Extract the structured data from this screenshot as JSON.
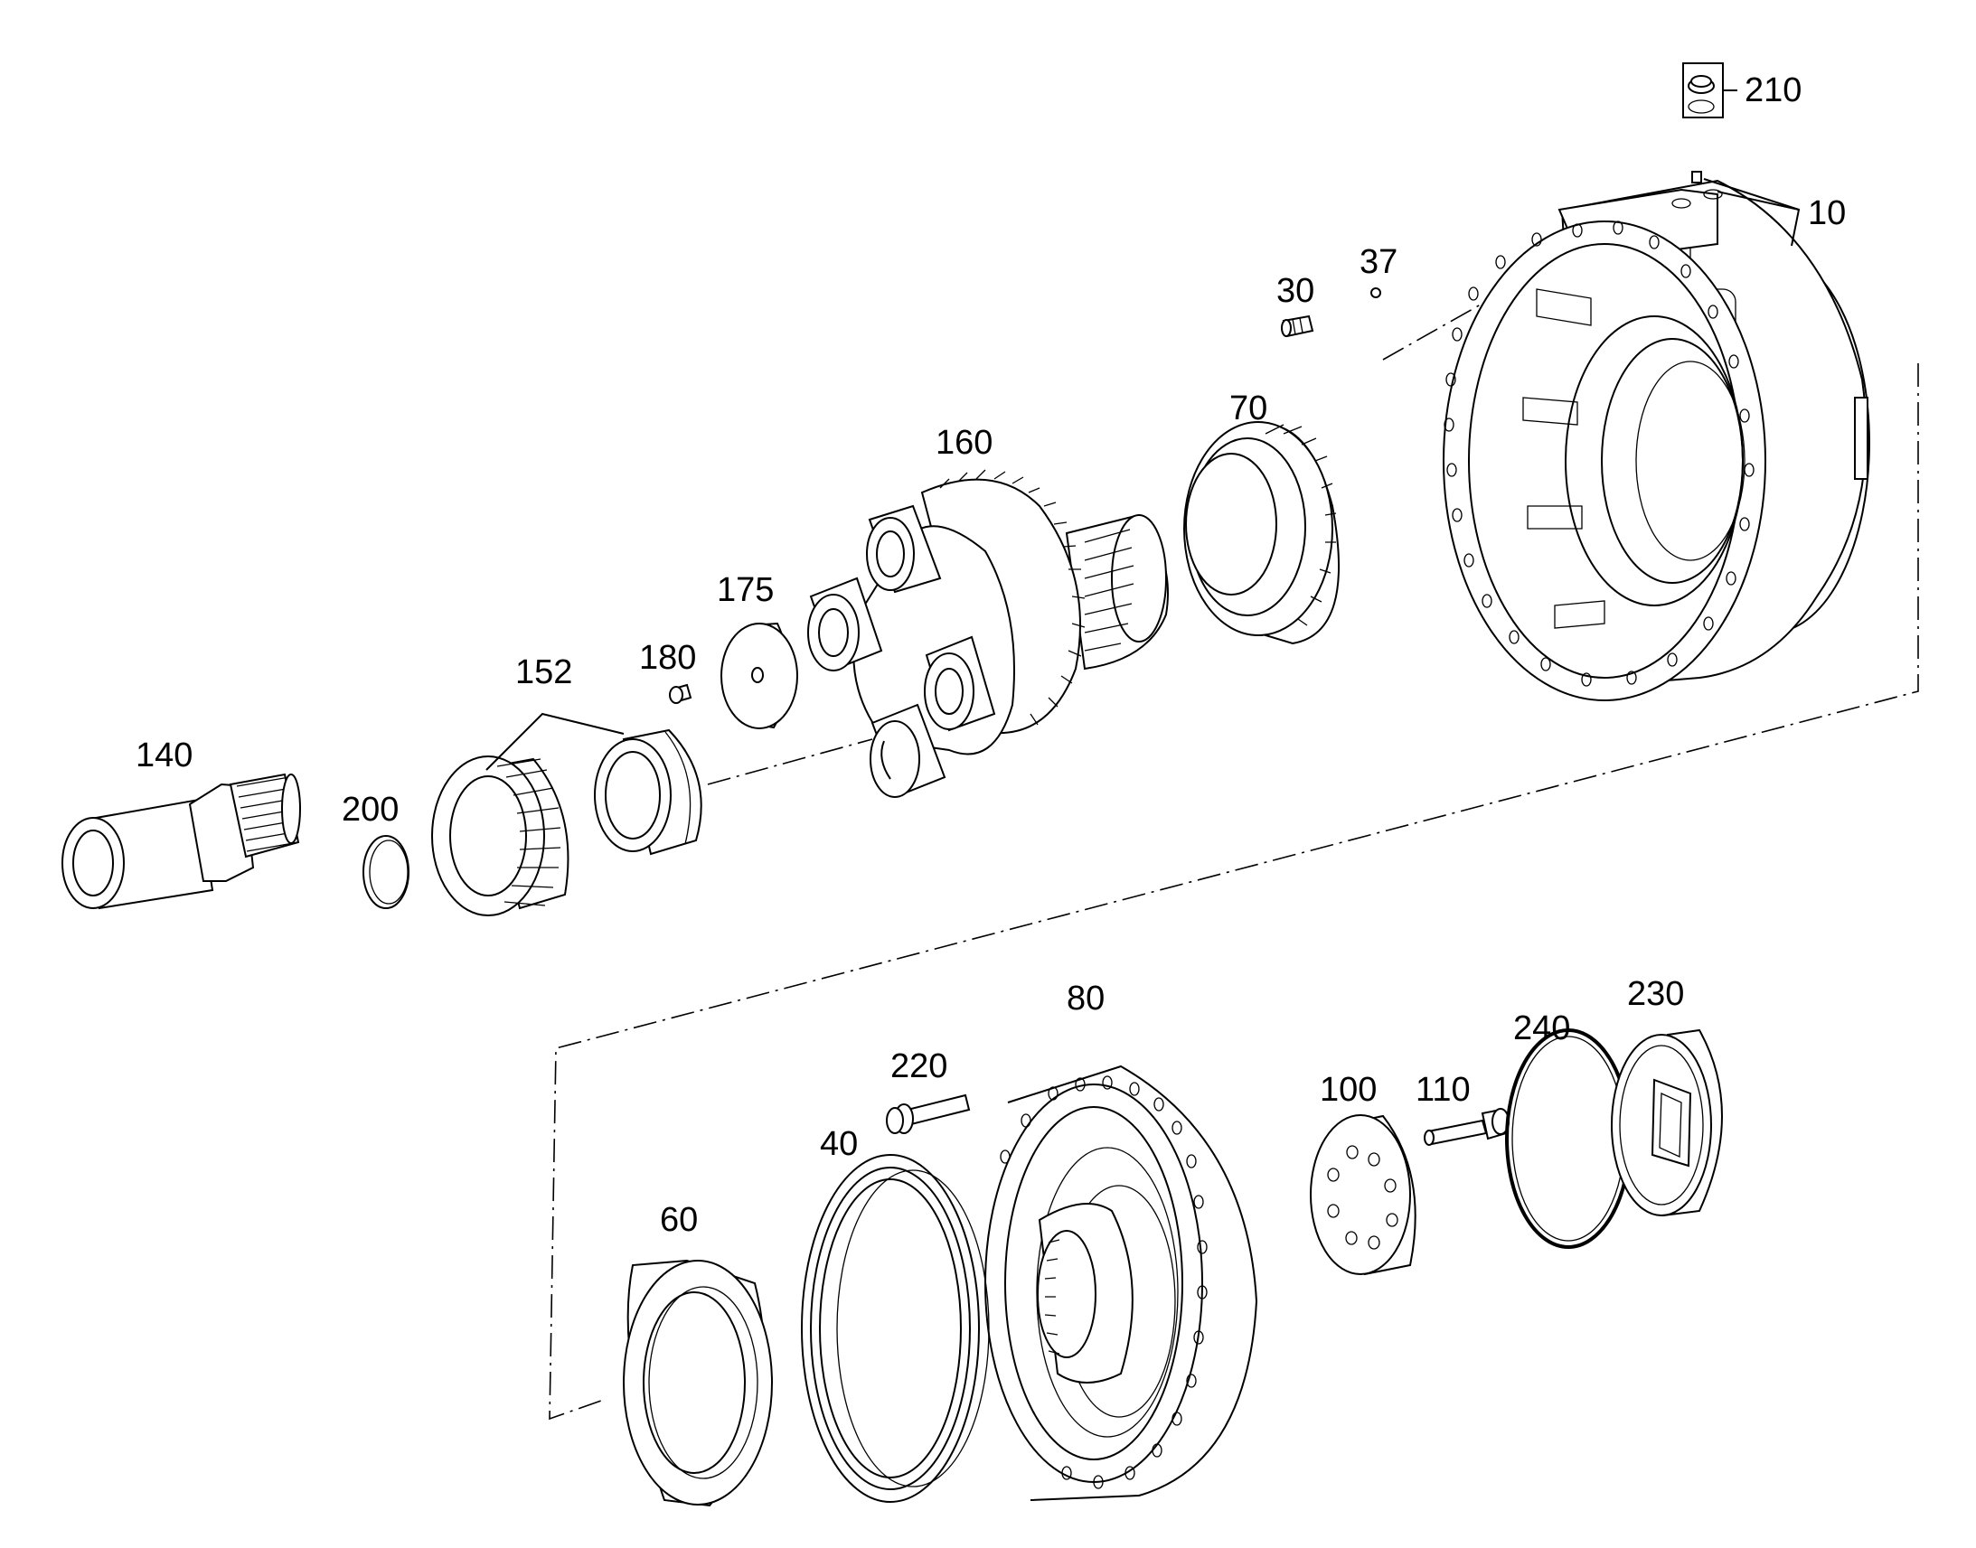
{
  "diagram": {
    "type": "exploded parts drawing",
    "labels": {
      "p10": "10",
      "p30": "30",
      "p37": "37",
      "p40": "40",
      "p60": "60",
      "p70": "70",
      "p80": "80",
      "p100": "100",
      "p110": "110",
      "p140": "140",
      "p152": "152",
      "p160": "160",
      "p175": "175",
      "p180": "180",
      "p200": "200",
      "p210": "210",
      "p220": "220",
      "p230": "230",
      "p240": "240"
    }
  },
  "colors": {
    "line": "#000000",
    "background": "#ffffff"
  }
}
